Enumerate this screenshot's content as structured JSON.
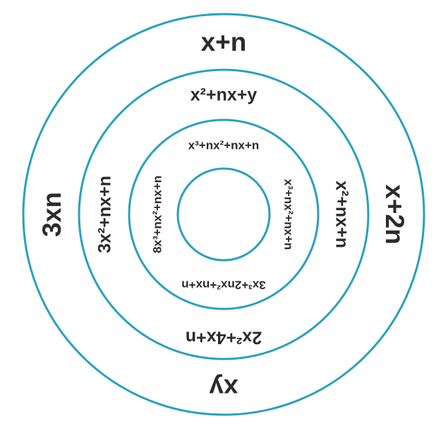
{
  "ring_color": "#2aa0bd",
  "text_color": "#2b2b2b",
  "outer_ring": {
    "top": "x+n",
    "right": "x+2n",
    "bottom": "xy",
    "left": "3xn"
  },
  "middle_ring": {
    "top": "x²+nx+y",
    "right": "x²+nx+n",
    "bottom": "2x²+4x+n",
    "left": "3x²+nx+n"
  },
  "inner_ring": {
    "top": "x³+nx²+nx+n",
    "right": "x³+nx²+nx+n",
    "bottom": "3x³+2nx²+nx+n",
    "left": "8x³+nx²+nx+n"
  }
}
